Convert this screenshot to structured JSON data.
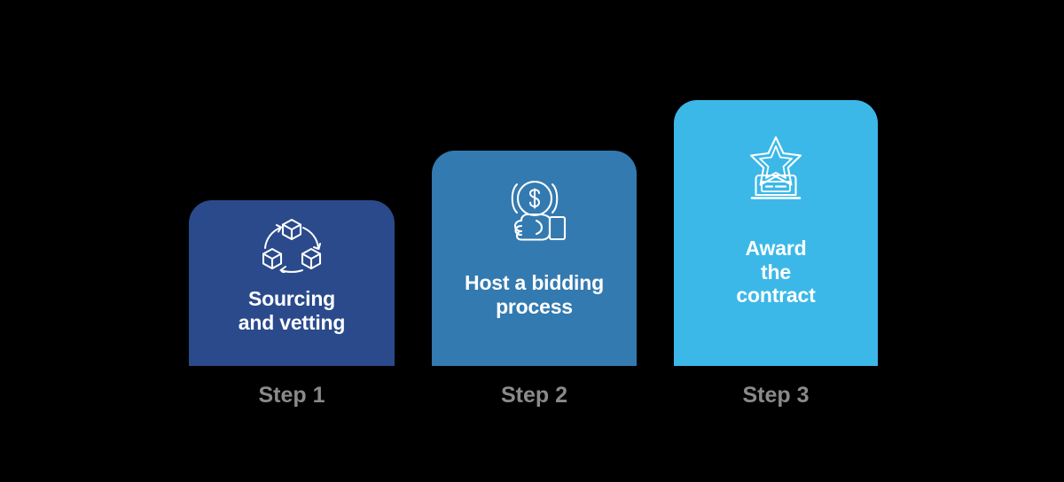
{
  "background_color": "#000000",
  "label_color": "#8a8a8a",
  "title_color": "#ffffff",
  "steps": [
    {
      "id": "step-1",
      "title": "Sourcing\nand vetting",
      "label": "Step 1",
      "color": "#2a4a8b",
      "icon": "cubes-network-icon"
    },
    {
      "id": "step-2",
      "title": "Host a bidding\nprocess",
      "label": "Step 2",
      "color": "#337ab0",
      "icon": "hand-holding-dollar-coin-icon"
    },
    {
      "id": "step-3",
      "title": "Award\nthe\ncontract",
      "label": "Step 3",
      "color": "#3bb8e8",
      "icon": "star-trophy-icon"
    }
  ]
}
